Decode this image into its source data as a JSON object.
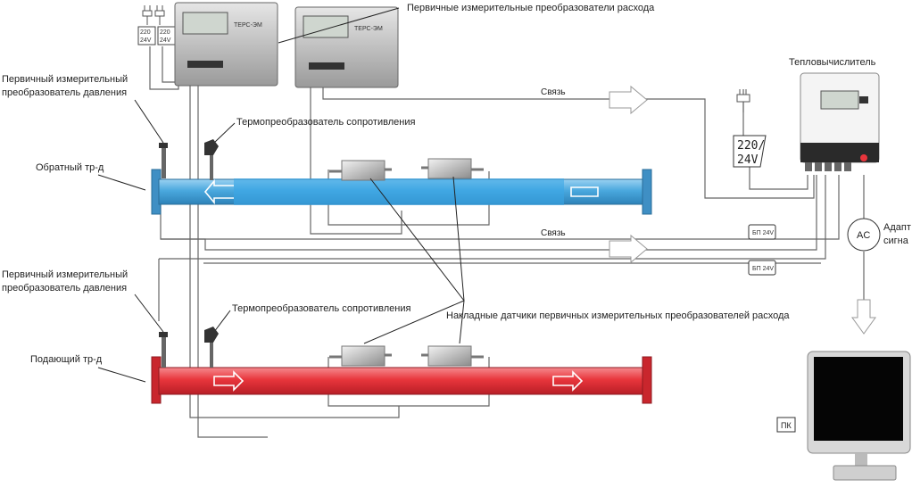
{
  "labels": {
    "flowmeters": "Первичные измерительные преобразователи расхода",
    "heat_calculator": "Тепловычислитель",
    "pressure_top_line1": "Первичный измерительный",
    "pressure_top_line2": "преобразователь давления",
    "resistance_top": "Термопреобразователь сопротивления",
    "return_pipe": "Обратный тр-д",
    "pressure_bottom_line1": "Первичный измерительный",
    "pressure_bottom_line2": "преобразователь давления",
    "resistance_bottom": "Термопреобразователь сопротивления",
    "clamp_sensors": "Накладные датчики первичных измерительных преобразователей расхода",
    "supply_pipe": "Подающий тр-д",
    "adapter_line1": "Адапт",
    "adapter_line2": "сигна",
    "pc": "ПК",
    "link_top": "Связь",
    "link_bottom": "Связь"
  },
  "badges": {
    "psu_left_1": "220",
    "psu_left_2": "24V",
    "psu_mid_1": "220",
    "psu_mid_2": "24V",
    "psu_right_1": "220/",
    "psu_right_2": "24V",
    "bp_upper": "БП 24V",
    "bp_lower": "БП 24V",
    "adapter_circle": "AC"
  },
  "device_text": {
    "flowmeter_brand": "ТЕРС-ЭМ"
  },
  "colors": {
    "return_pipe": "#4aa8de",
    "supply_pipe": "#e8353c",
    "wire": "#555555"
  }
}
